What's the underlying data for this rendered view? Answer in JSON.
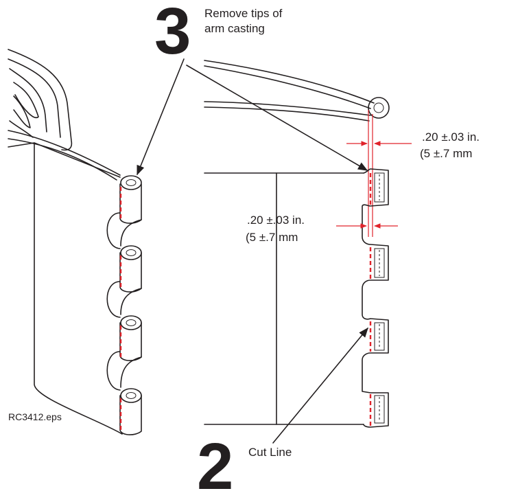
{
  "step3": {
    "number": "3",
    "caption_line1": "Remove tips of",
    "caption_line2": "arm casting"
  },
  "step2": {
    "number": "2",
    "caption": "Cut Line"
  },
  "dimension_top": {
    "line1": ".20 ±.03 in.",
    "line2": "(5 ±.7 mm"
  },
  "dimension_mid": {
    "line1": ".20 ±.03 in.",
    "line2": "(5 ±.7 mm"
  },
  "file_label": "RC3412.eps",
  "colors": {
    "line": "#231f20",
    "cut_line": "#e0232b"
  }
}
